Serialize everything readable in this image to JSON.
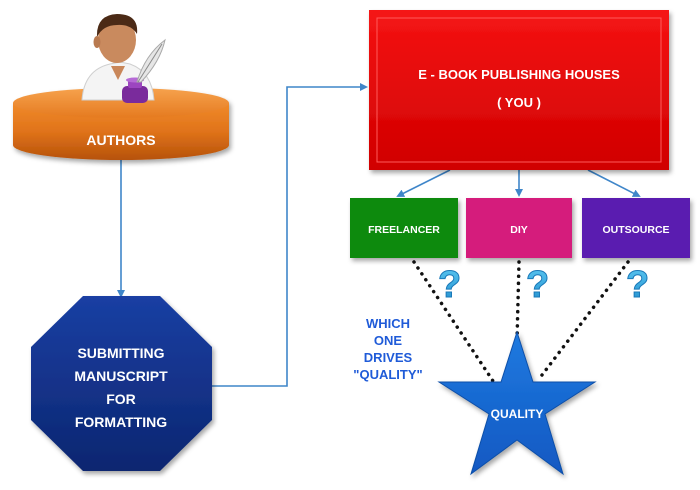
{
  "authors": {
    "label": "AUTHORS"
  },
  "manuscript": {
    "lines": [
      "SUBMITTING",
      "MANUSCRIPT",
      "FOR",
      "FORMATTING"
    ]
  },
  "publishing_house": {
    "line1": "E - BOOK PUBLISHING HOUSES",
    "line2": "( YOU )"
  },
  "options": [
    {
      "label": "FREELANCER",
      "color": "#118a11"
    },
    {
      "label": "DIY",
      "color": "#d51a7c"
    },
    {
      "label": "OUTSOURCE",
      "color": "#5a1db0"
    }
  ],
  "question": {
    "lines": [
      "WHICH",
      "ONE",
      "DRIVES",
      "\"QUALITY\""
    ]
  },
  "quality": {
    "label": "QUALITY"
  },
  "colors": {
    "authors_cylinder": "#e0731a",
    "manuscript_octagon": "#0f2f8a",
    "publishing_box": "#ee0a0a",
    "quality_star": "#1466d6",
    "connector": "#3f86c9",
    "question_mark": "#31a6df"
  },
  "icons": {
    "author": "author-with-quill-icon"
  }
}
